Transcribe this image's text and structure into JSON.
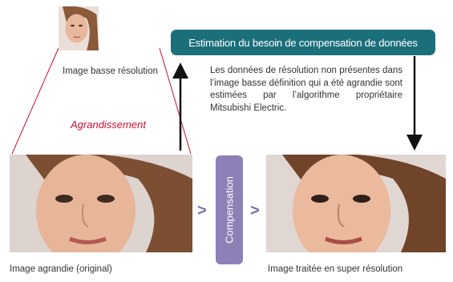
{
  "small_image": {
    "caption": "Image basse résolution"
  },
  "enlargement_label": "Agrandissement",
  "estimation_banner": "Estimation du besoin de compensation de données",
  "description": "Les données de résolution non présentes dans l’image basse définition qui a été agrandie sont estimées par l’algorithme propriétaire Mitsubishi Electric.",
  "compensation_label": "Compensation",
  "enlarged_image": {
    "caption": "Image agrandie (original)"
  },
  "processed_image": {
    "caption": "Image traitée en super résolution"
  },
  "arrow_glyph": ">",
  "colors": {
    "banner": "#1b6f7a",
    "compensation": "#8e80b6",
    "enlargement_text": "#c8102e",
    "lines": "#c8102e"
  }
}
